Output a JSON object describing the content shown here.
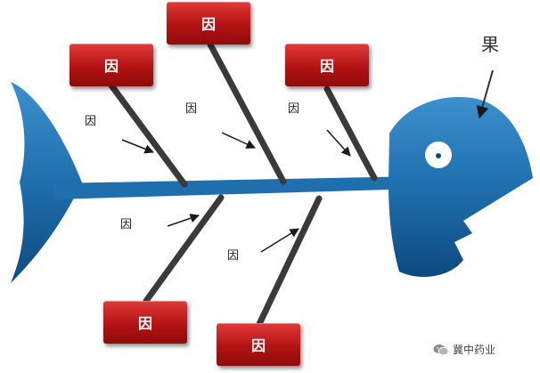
{
  "diagram": {
    "result_label": "果",
    "cause_boxes": {
      "top_left": "因",
      "top_middle": "因",
      "top_right": "因",
      "bottom_left": "因",
      "bottom_right": "因"
    },
    "sub_causes": {
      "top_left": "因",
      "top_middle": "因",
      "top_right": "因",
      "bottom_left": "因",
      "bottom_right": "因"
    }
  },
  "watermark": {
    "text": "冀中药业"
  },
  "colors": {
    "fish_body": "#1f6fae",
    "fish_dark": "#0f4f85",
    "bone": "#3a3a3a",
    "cause_box": "#c41a1a"
  },
  "icons": {
    "watermark_icon": "wechat-icon"
  }
}
